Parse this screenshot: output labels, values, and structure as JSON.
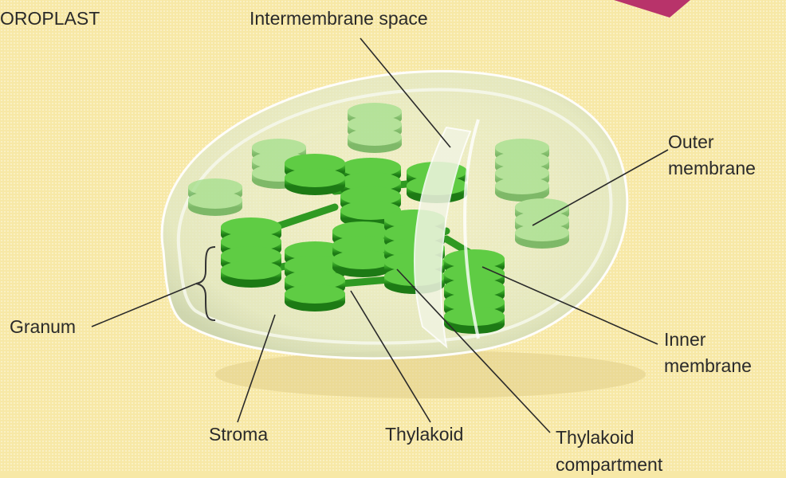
{
  "header": {
    "title_fragment": "OROPLAST"
  },
  "labels": {
    "intermembrane_space": "Intermembrane space",
    "outer_membrane": [
      "Outer",
      "membrane"
    ],
    "inner_membrane": [
      "Inner",
      "membrane"
    ],
    "granum": "Granum",
    "stroma": "Stroma",
    "thylakoid": "Thylakoid",
    "thylakoid_compartment": [
      "Thylakoid",
      "compartment"
    ]
  },
  "colors": {
    "background": "#f7e8a6",
    "grana_green": "#3aa82a",
    "grana_dark": "#1f7a17",
    "membrane": "#e8edd8",
    "corner_accent": "#b8336a"
  }
}
